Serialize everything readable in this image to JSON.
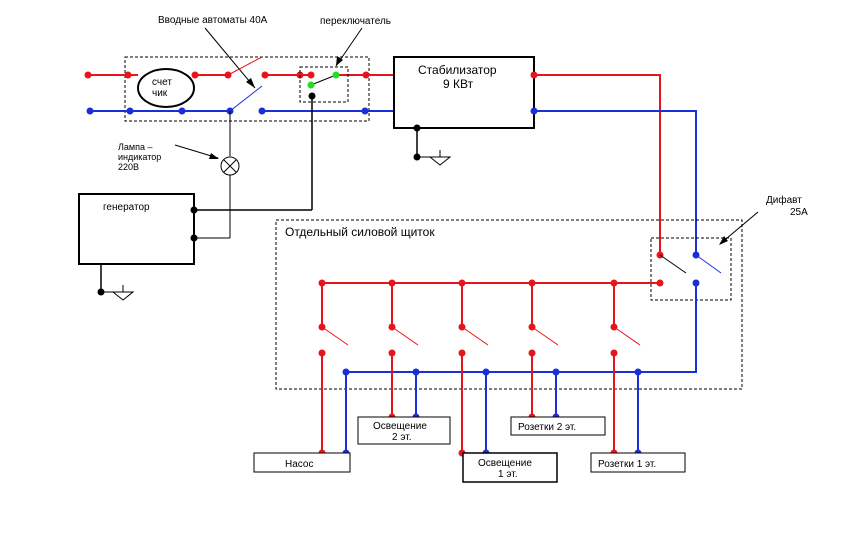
{
  "labels": {
    "input_breakers": "Вводные автоматы 40А",
    "switch": "переключатель",
    "meter_line1": "счет",
    "meter_line2": "чик",
    "lamp_line1": "Лампа –",
    "lamp_line2": "индикатор",
    "lamp_line3": "220В",
    "stabilizer_line1": "Стабилизатор",
    "stabilizer_line2": "9 КВт",
    "generator": "генератор",
    "panel": "Отдельный силовой щиток",
    "rcbo_line1": "Дифавт",
    "rcbo_line2": "25А"
  },
  "loads": {
    "pump": "Насос",
    "light2_line1": "Освещение",
    "light2_line2": "2 эт.",
    "light1_line1": "Освещение",
    "light1_line2": "1 эт.",
    "sockets2": "Розетки 2 эт.",
    "sockets1": "Розетки 1 эт."
  },
  "colors": {
    "phase": "#e8141c",
    "neutral": "#1a2fd8",
    "switch_contact": "#22dd22",
    "ground": "#000000"
  }
}
